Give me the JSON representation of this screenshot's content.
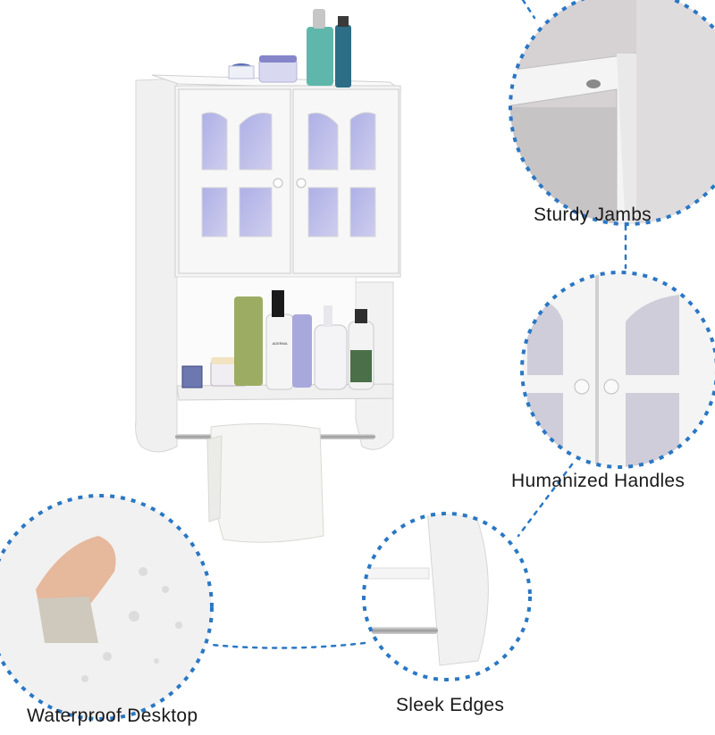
{
  "features": {
    "sturdy_jambs": "Sturdy Jambs",
    "humanized_handles": "Humanized Handles",
    "sleek_edges": "Sleek Edges",
    "waterproof_desktop": "Waterproof Desktop"
  },
  "colors": {
    "dashed_line": "#2a77c4",
    "circle_border": "#2a77c4",
    "cabinet_white": "#f4f4f4",
    "glass_tint": "#b9b6e0",
    "label_text": "#1a1a1a"
  },
  "product_labels": {
    "bottle_brand": "ADERMA"
  }
}
